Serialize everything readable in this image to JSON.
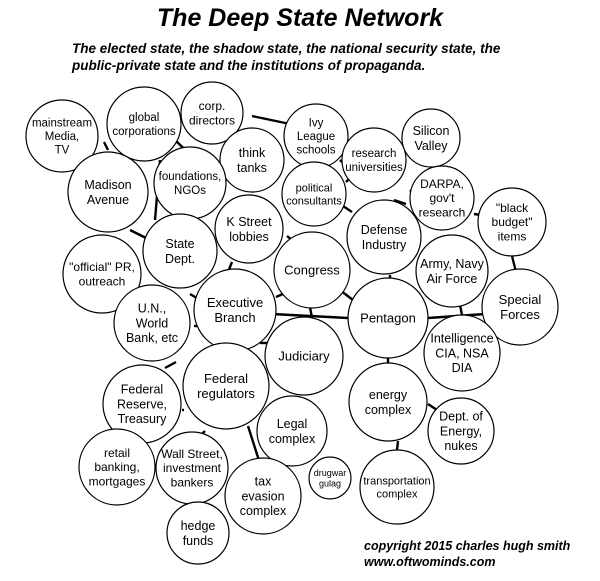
{
  "title": "The Deep State Network",
  "subtitle": {
    "line1": "The elected state, the shadow state, the national security state, the",
    "line2": "public-private state and the institutions of propaganda."
  },
  "footer": {
    "copyright": "copyright 2015 charles hugh smith",
    "url": "www.oftwominds.com"
  },
  "nodes": [
    {
      "id": "mainstream",
      "lines": [
        "mainstream",
        "Media,",
        "TV"
      ]
    },
    {
      "id": "global-corporations",
      "lines": [
        "global",
        "corporations"
      ]
    },
    {
      "id": "corp-directors",
      "lines": [
        "corp.",
        "directors"
      ]
    },
    {
      "id": "ivy-league",
      "lines": [
        "Ivy",
        "League",
        "schools"
      ]
    },
    {
      "id": "silicon-valley",
      "lines": [
        "Silicon",
        "Valley"
      ]
    },
    {
      "id": "think-tanks",
      "lines": [
        "think",
        "tanks"
      ]
    },
    {
      "id": "research-universities",
      "lines": [
        "research",
        "universities"
      ]
    },
    {
      "id": "madison-avenue",
      "lines": [
        "Madison",
        "Avenue"
      ]
    },
    {
      "id": "foundations",
      "lines": [
        "foundations,",
        "NGOs"
      ]
    },
    {
      "id": "political-consultants",
      "lines": [
        "political",
        "consultants"
      ]
    },
    {
      "id": "darpa",
      "lines": [
        "DARPA,",
        "gov't",
        "research"
      ]
    },
    {
      "id": "black-budget",
      "lines": [
        "\"black",
        "budget\"",
        "items"
      ]
    },
    {
      "id": "k-street",
      "lines": [
        "K Street",
        "lobbies"
      ]
    },
    {
      "id": "defense-industry",
      "lines": [
        "Defense",
        "Industry"
      ]
    },
    {
      "id": "state-dept",
      "lines": [
        "State",
        "Dept."
      ]
    },
    {
      "id": "official-pr",
      "lines": [
        "\"official\" PR,",
        "outreach"
      ]
    },
    {
      "id": "congress",
      "lines": [
        "Congress"
      ]
    },
    {
      "id": "army-navy",
      "lines": [
        "Army, Navy",
        "Air Force"
      ]
    },
    {
      "id": "special-forces",
      "lines": [
        "Special",
        "Forces"
      ]
    },
    {
      "id": "executive-branch",
      "lines": [
        "Executive",
        "Branch"
      ]
    },
    {
      "id": "pentagon",
      "lines": [
        "Pentagon"
      ]
    },
    {
      "id": "un-world-bank",
      "lines": [
        "U.N.,",
        "World",
        "Bank, etc"
      ]
    },
    {
      "id": "intelligence",
      "lines": [
        "Intelligence",
        "CIA, NSA",
        "DIA"
      ]
    },
    {
      "id": "judiciary",
      "lines": [
        "Judiciary"
      ]
    },
    {
      "id": "federal-regulators",
      "lines": [
        "Federal",
        "regulators"
      ]
    },
    {
      "id": "federal-reserve",
      "lines": [
        "Federal",
        "Reserve,",
        "Treasury"
      ]
    },
    {
      "id": "energy-complex",
      "lines": [
        "energy",
        "complex"
      ]
    },
    {
      "id": "dept-energy",
      "lines": [
        "Dept. of",
        "Energy,",
        "nukes"
      ]
    },
    {
      "id": "legal-complex",
      "lines": [
        "Legal",
        "complex"
      ]
    },
    {
      "id": "retail-banking",
      "lines": [
        "retail",
        "banking,",
        "mortgages"
      ]
    },
    {
      "id": "wall-street",
      "lines": [
        "Wall Street,",
        "investment",
        "bankers"
      ]
    },
    {
      "id": "drugwar-gulag",
      "lines": [
        "drugwar",
        "gulag"
      ]
    },
    {
      "id": "transportation",
      "lines": [
        "transportation",
        "complex"
      ]
    },
    {
      "id": "tax-evasion",
      "lines": [
        "tax",
        "evasion",
        "complex"
      ]
    },
    {
      "id": "hedge-funds",
      "lines": [
        "hedge",
        "funds"
      ]
    }
  ]
}
